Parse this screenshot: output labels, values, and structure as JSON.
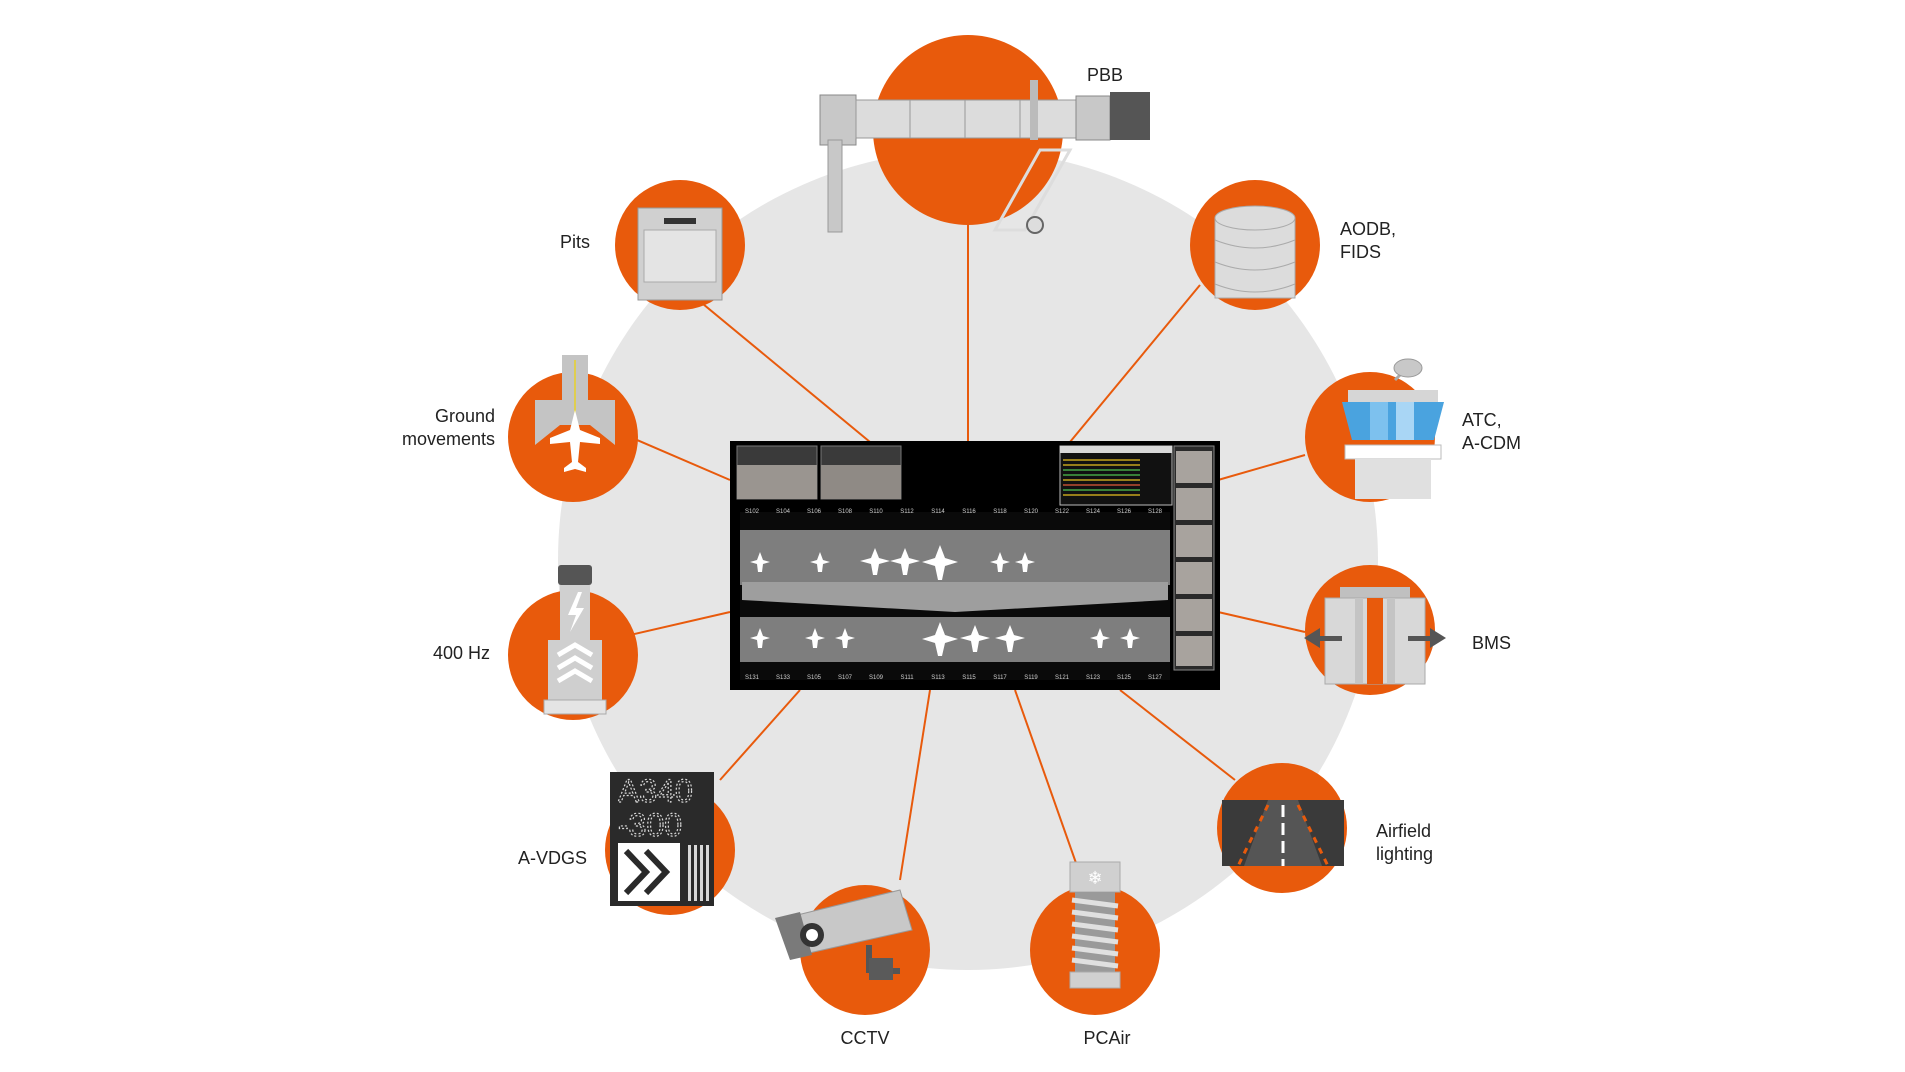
{
  "labels": {
    "pbb": "PBB",
    "pits": "Pits",
    "aodb": "AODB,\nFIDS",
    "ground": "Ground\nmovements",
    "atc": "ATC,\nA-CDM",
    "hz400": "400 Hz",
    "bms": "BMS",
    "avdgs": "A-VDGS",
    "airfield": "Airfield\nlighting",
    "cctv": "CCTV",
    "pcair": "PCAir"
  },
  "vdgs_display": {
    "line1": "A340",
    "line2": "-300"
  },
  "stands_top": [
    "S102",
    "S104",
    "S106",
    "S108",
    "S110",
    "S112",
    "S114",
    "S116",
    "S118",
    "S120",
    "S122",
    "S124",
    "S126",
    "S128"
  ],
  "stands_bottom": [
    "S131",
    "S133",
    "S105",
    "S107",
    "S109",
    "S111",
    "S113",
    "S115",
    "S117",
    "S119",
    "S121",
    "S123",
    "S125",
    "S127"
  ],
  "colors": {
    "accent": "#e85a0c",
    "background_disc": "#e6e6e6",
    "screen": "#000000",
    "icon_gray": "#c4c4c4",
    "icon_dark": "#3a3a3a",
    "atc_blue": "#4aa3df"
  }
}
